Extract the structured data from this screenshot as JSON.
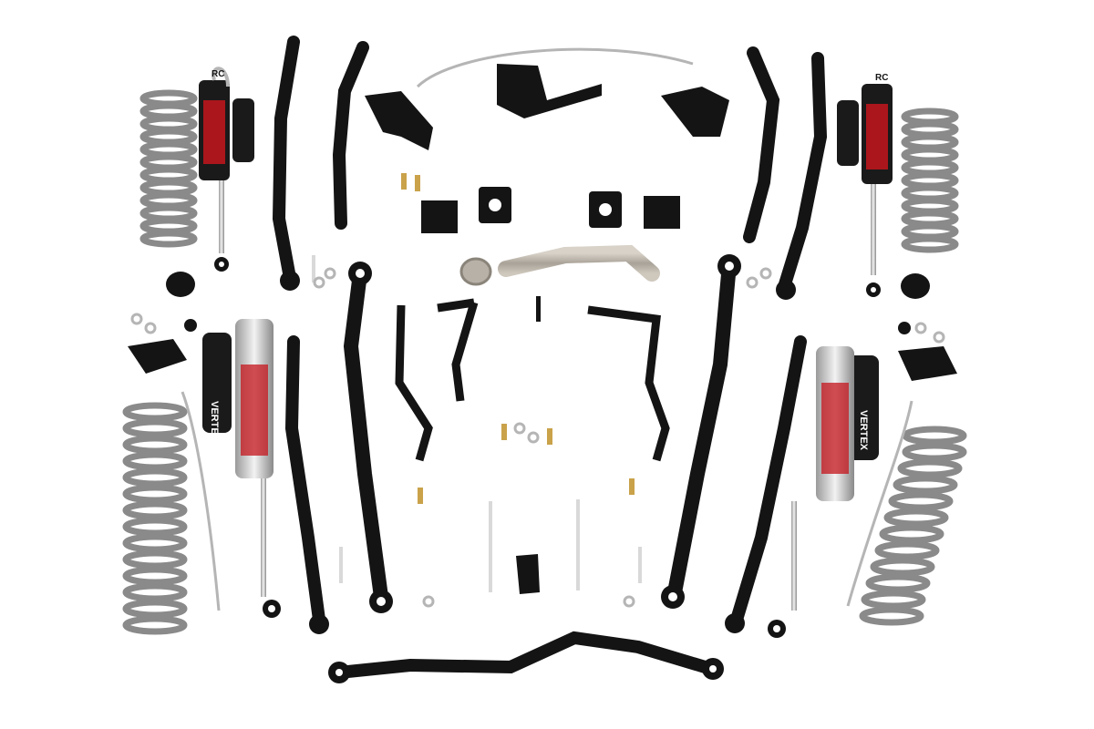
{
  "image": {
    "subject": "suspension lift kit parts layout",
    "background_color": "#ffffff"
  },
  "branding": {
    "logo_text": "RC",
    "shock_text": "VERTEX",
    "brand_color": "#c4161c"
  },
  "colors": {
    "part_black": "#141414",
    "spring_gray": "#8c8c8c",
    "spring_dark": "#5a5a5a",
    "chrome": "#d9d9d9",
    "brass": "#c9a24a",
    "steel": "#b7b1a8",
    "brake_line": "#b5b5b5"
  }
}
